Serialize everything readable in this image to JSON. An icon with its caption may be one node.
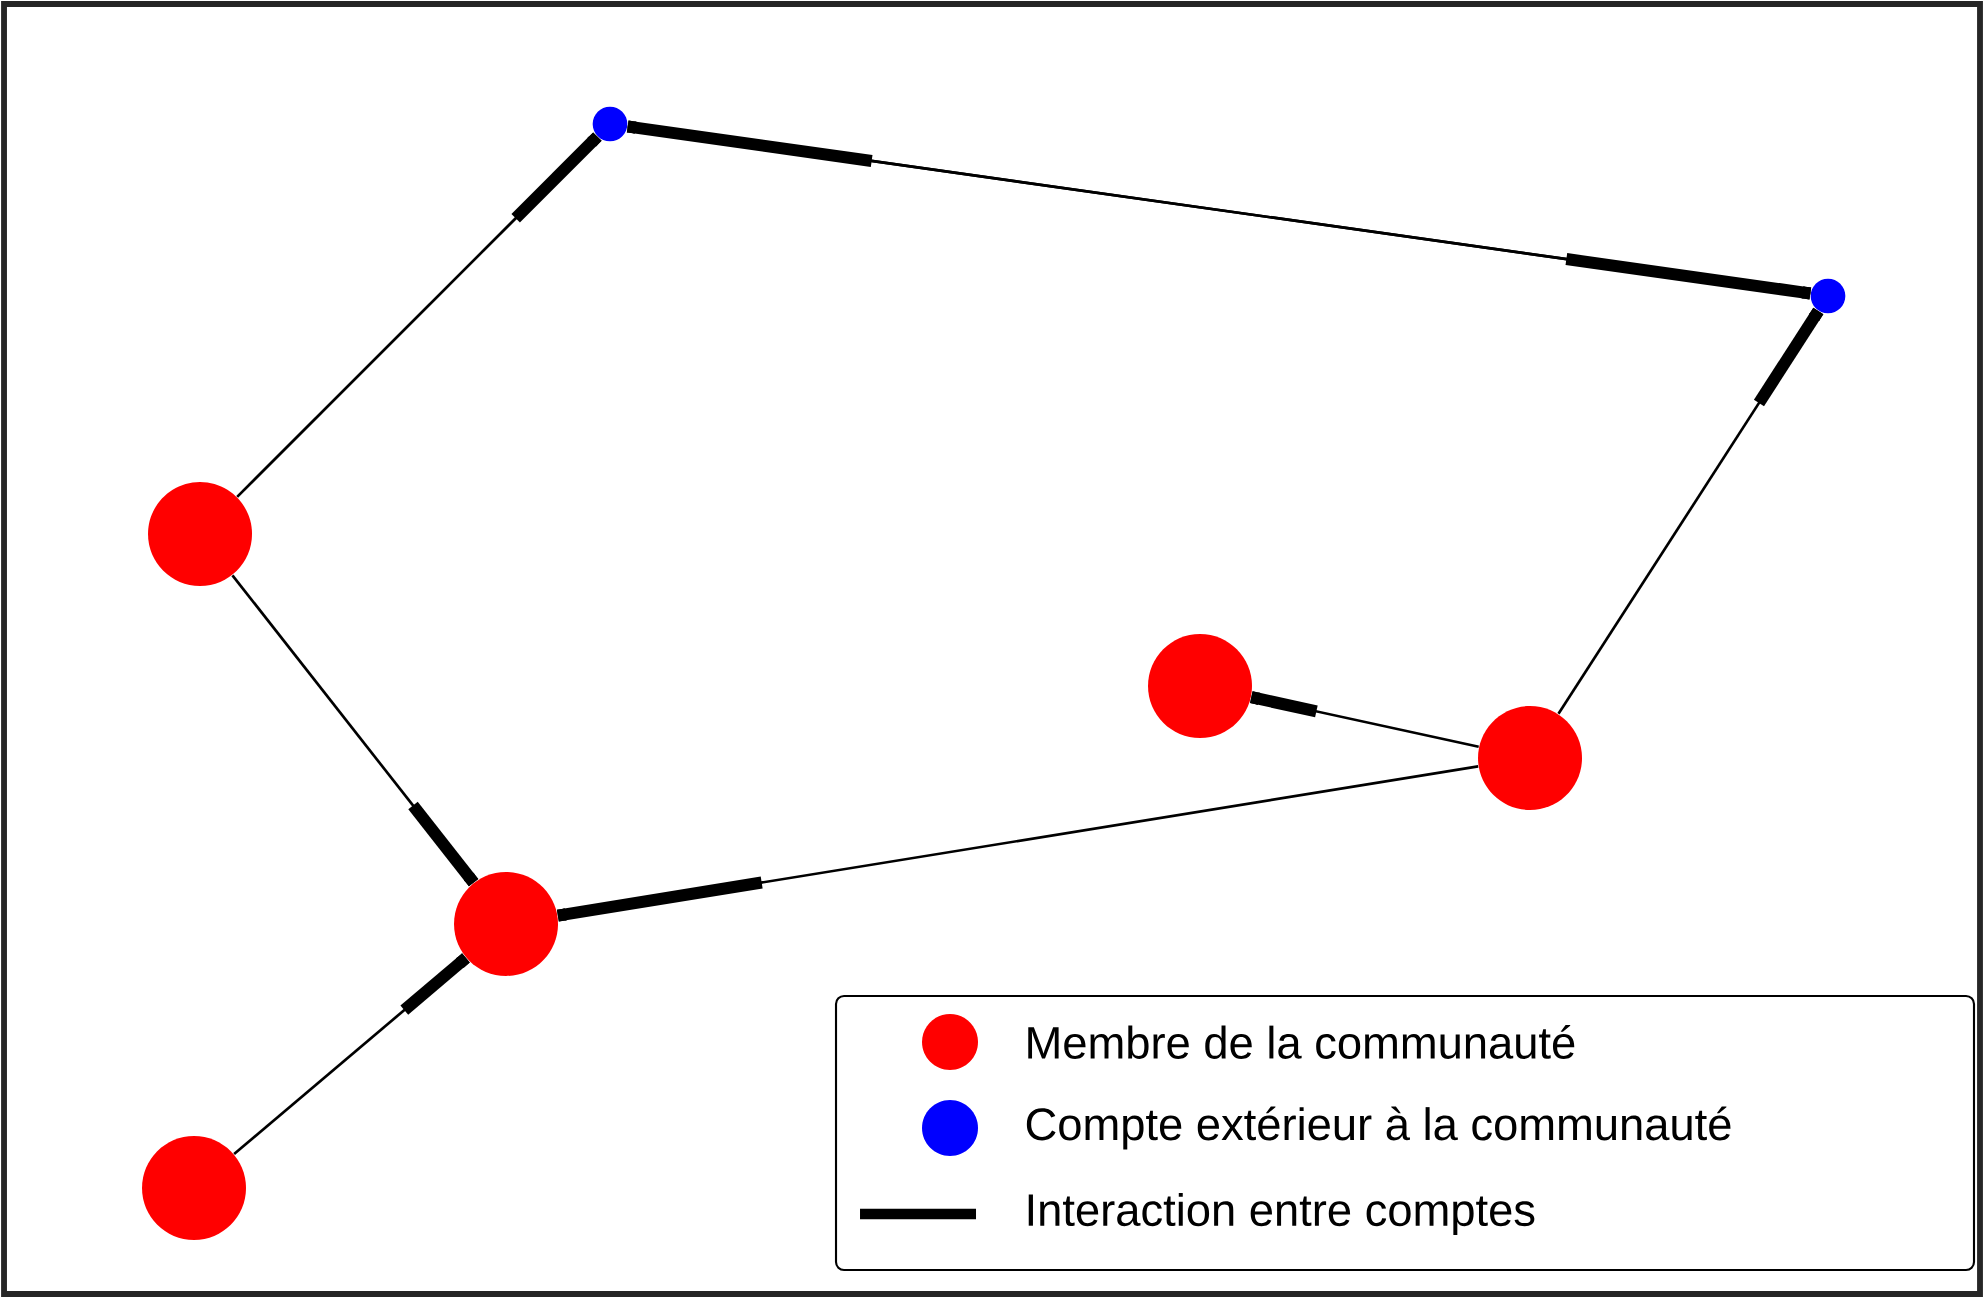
{
  "diagram": {
    "nodes": [
      {
        "text": [],
        "shape": "circle"
      },
      {
        "text": [],
        "shape": "circle"
      },
      {
        "text": [],
        "shape": "circle"
      },
      {
        "text": [],
        "shape": "circle"
      },
      {
        "text": [],
        "shape": "circle"
      },
      {
        "text": [],
        "shape": "circle"
      },
      {
        "text": [],
        "shape": "circle"
      }
    ],
    "edges": [
      {
        "from": 2,
        "to": 0,
        "arrow": "other"
      },
      {
        "from": 0,
        "to": 1,
        "arrow": "other"
      },
      {
        "from": 1,
        "to": 0,
        "arrow": "other"
      },
      {
        "from": 4,
        "to": 1,
        "arrow": "other"
      },
      {
        "from": 4,
        "to": 3,
        "arrow": "other"
      },
      {
        "from": 2,
        "to": 5,
        "arrow": "other"
      },
      {
        "from": 4,
        "to": 5,
        "arrow": "other"
      },
      {
        "from": 6,
        "to": 5,
        "arrow": "other"
      }
    ],
    "legend": [
      {
        "text": "Membre de la communauté",
        "color": "#ff0000"
      },
      {
        "text": "Compte extérieur à la communauté",
        "color": "#0000ff"
      },
      {
        "text": "Interaction entre comptes"
      }
    ]
  }
}
